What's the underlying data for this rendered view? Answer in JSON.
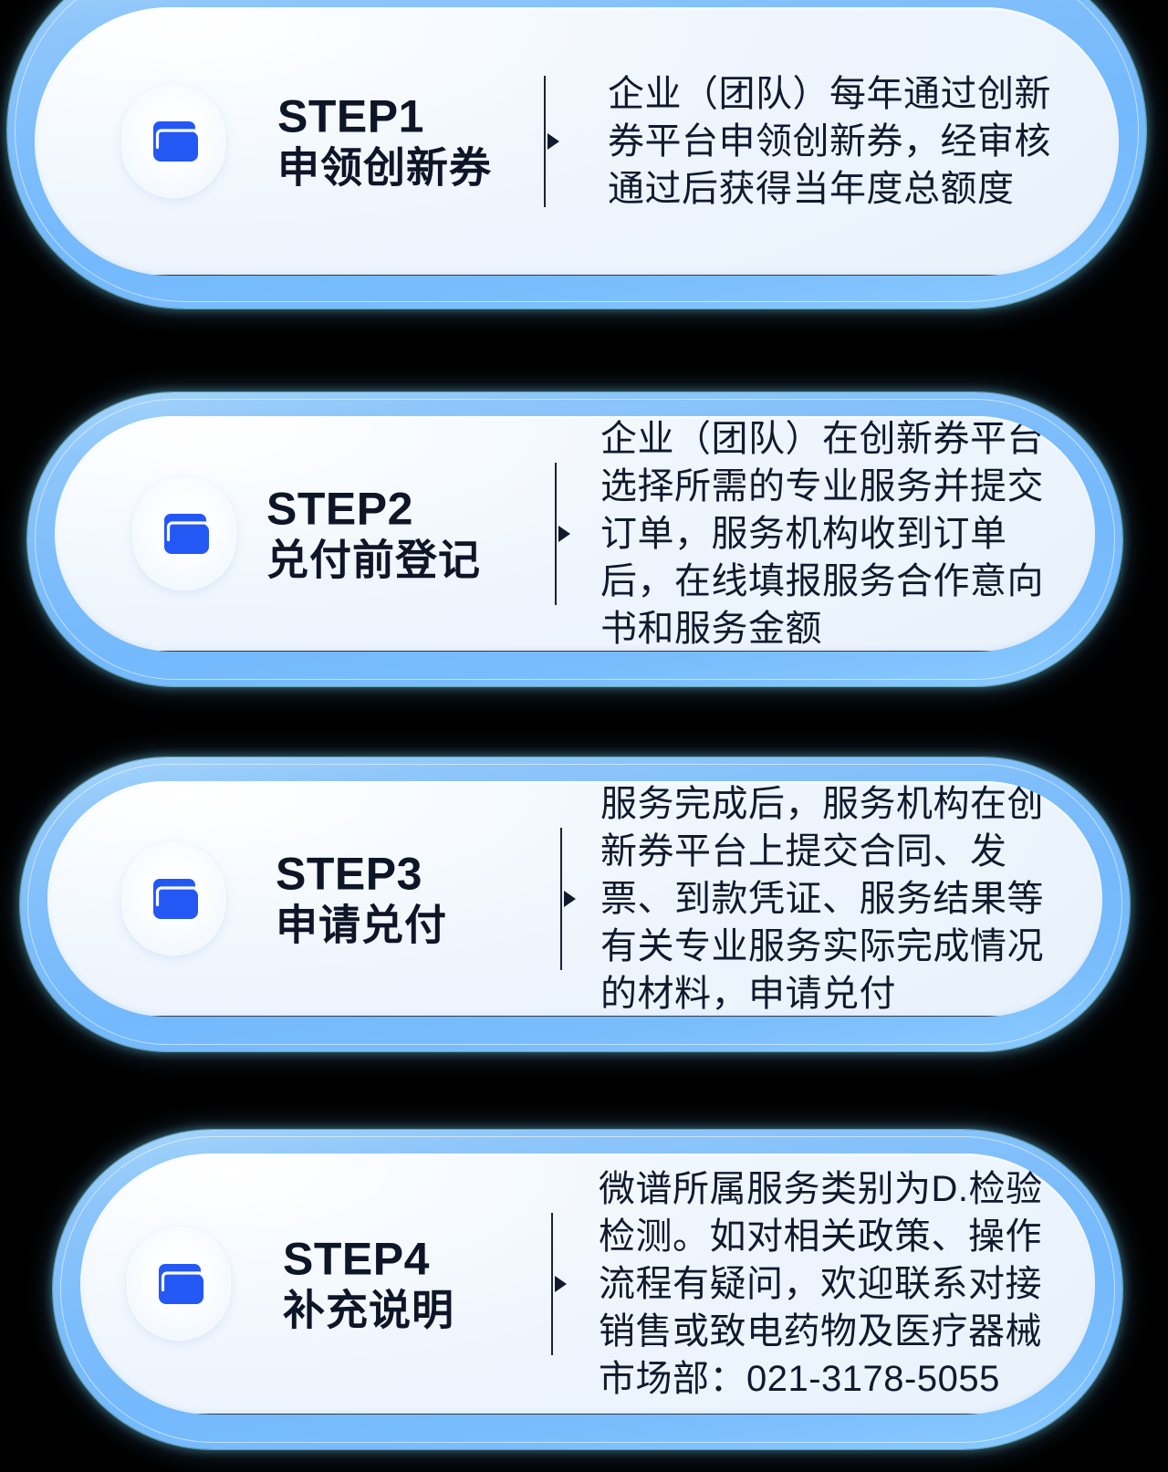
{
  "theme": {
    "background": "#000000",
    "shell_blue": "#7dbdfb",
    "card_bg": "#eef5fd",
    "icon_blue": "#2458f5",
    "text_dark": "#0d1527",
    "glow_cyan": "#78ebff"
  },
  "steps": [
    {
      "id": "step-1",
      "icon": "wallet-icon",
      "number": "STEP1",
      "name": "申领创新券",
      "description": "企业（团队）每年通过创新\n券平台申领创新券，经审核\n通过后获得当年度总额度"
    },
    {
      "id": "step-2",
      "icon": "wallet-icon",
      "number": "STEP2",
      "name": "兑付前登记",
      "description": "企业（团队）在创新券平台\n选择所需的专业服务并提交\n订单，服务机构收到订单\n后，在线填报服务合作意向\n书和服务金额"
    },
    {
      "id": "step-3",
      "icon": "wallet-icon",
      "number": "STEP3",
      "name": "申请兑付",
      "description": "服务完成后，服务机构在创\n新券平台上提交合同、发\n票、到款凭证、服务结果等\n有关专业服务实际完成情况\n的材料，申请兑付"
    },
    {
      "id": "step-4",
      "icon": "wallet-icon",
      "number": "STEP4",
      "name": "补充说明",
      "description": "微谱所属服务类别为D.检验\n检测。如对相关政策、操作\n流程有疑问，欢迎联系对接\n销售或致电药物及医疗器械\n市场部：021-3178-5055"
    }
  ]
}
